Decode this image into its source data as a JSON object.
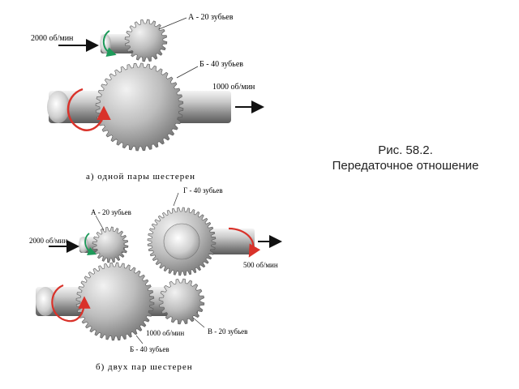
{
  "diagram_top": {
    "gear_a_label": "А - 20 зубьев",
    "gear_b_label": "Б - 40 зубьев",
    "input_speed": "2000 об/мин",
    "output_speed": "1000 об/мин",
    "subtitle": "а) одной пары шестерен"
  },
  "diagram_bottom": {
    "gear_g_label": "Г - 40 зубьев",
    "gear_a_label": "А - 20 зубьев",
    "gear_b_label": "Б - 40 зубьев",
    "gear_v_label": "В - 20 зубьев",
    "input_speed": "2000 об/мин",
    "mid_speed": "1000 об/мин",
    "output_speed": "500 об/мин",
    "subtitle": "б) двух пар шестерен"
  },
  "caption": {
    "line1": "Рис. 58.2.",
    "line2": "Передаточное отношение"
  },
  "colors": {
    "metal_light": "#eeeeee",
    "metal_dark": "#6a6a6a",
    "rotation_red": "#d9322a",
    "rotation_green": "#1e9a5a",
    "arrow": "#111111"
  }
}
